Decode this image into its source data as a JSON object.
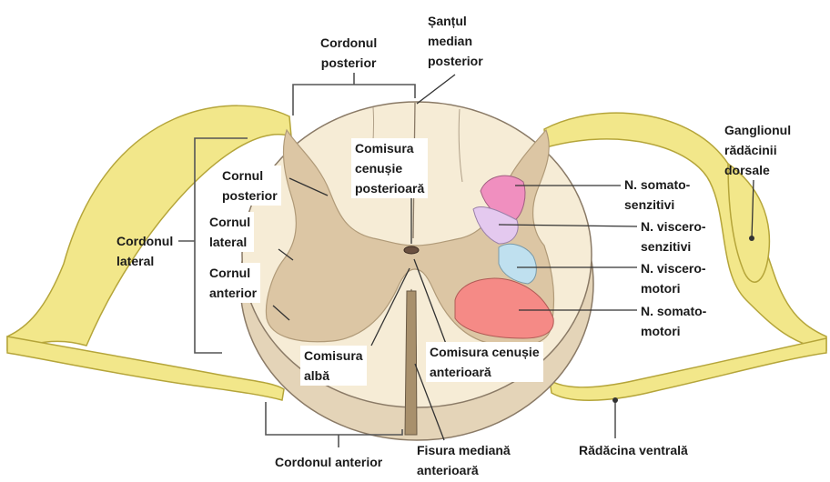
{
  "labels": {
    "cordon_posterior": "Cordonul\nposterior",
    "sant_median_posterior": "Șanțul\nmedian\nposterior",
    "comisura_cenusie_posterioara": "Comisura\ncenușie\nposterioară",
    "cornul_posterior": "Cornul\nposterior",
    "cornul_lateral": "Cornul\nlateral",
    "cornul_anterior": "Cornul\nanterior",
    "cordon_lateral": "Cordonul\nlateral",
    "comisura_alba": "Comisura\nalbă",
    "comisura_cenusie_anterioara": "Comisura cenușie\nanterioară",
    "cordon_anterior": "Cordonul anterior",
    "fisura_mediana_anterioara": "Fisura mediană\nanterioară",
    "n_somato_senzitivi": "N. somato-\nsenzitivi",
    "n_viscero_senzitivi": "N. viscero-\nsenzitivi",
    "n_viscero_motori": "N. viscero-\nmotori",
    "n_somato_motori": "N. somato-\nmotori",
    "ganglionul": "Ganglionul\nrădăcinii\ndorsale",
    "radacina_ventrala": "Rădăcina ventrală"
  },
  "colors": {
    "white_matter": "#f6ecd6",
    "gray_matter": "#dcc6a4",
    "outline": "#8a7a66",
    "nerve": "#f2e78a",
    "nerve_outline": "#b5a53a",
    "somato_senzitivi": "#f08fbf",
    "viscero_senzitivi": "#e4c9ef",
    "viscero_motori": "#bfe0ef",
    "somato_motori": "#f58a86",
    "leader": "#333333"
  }
}
